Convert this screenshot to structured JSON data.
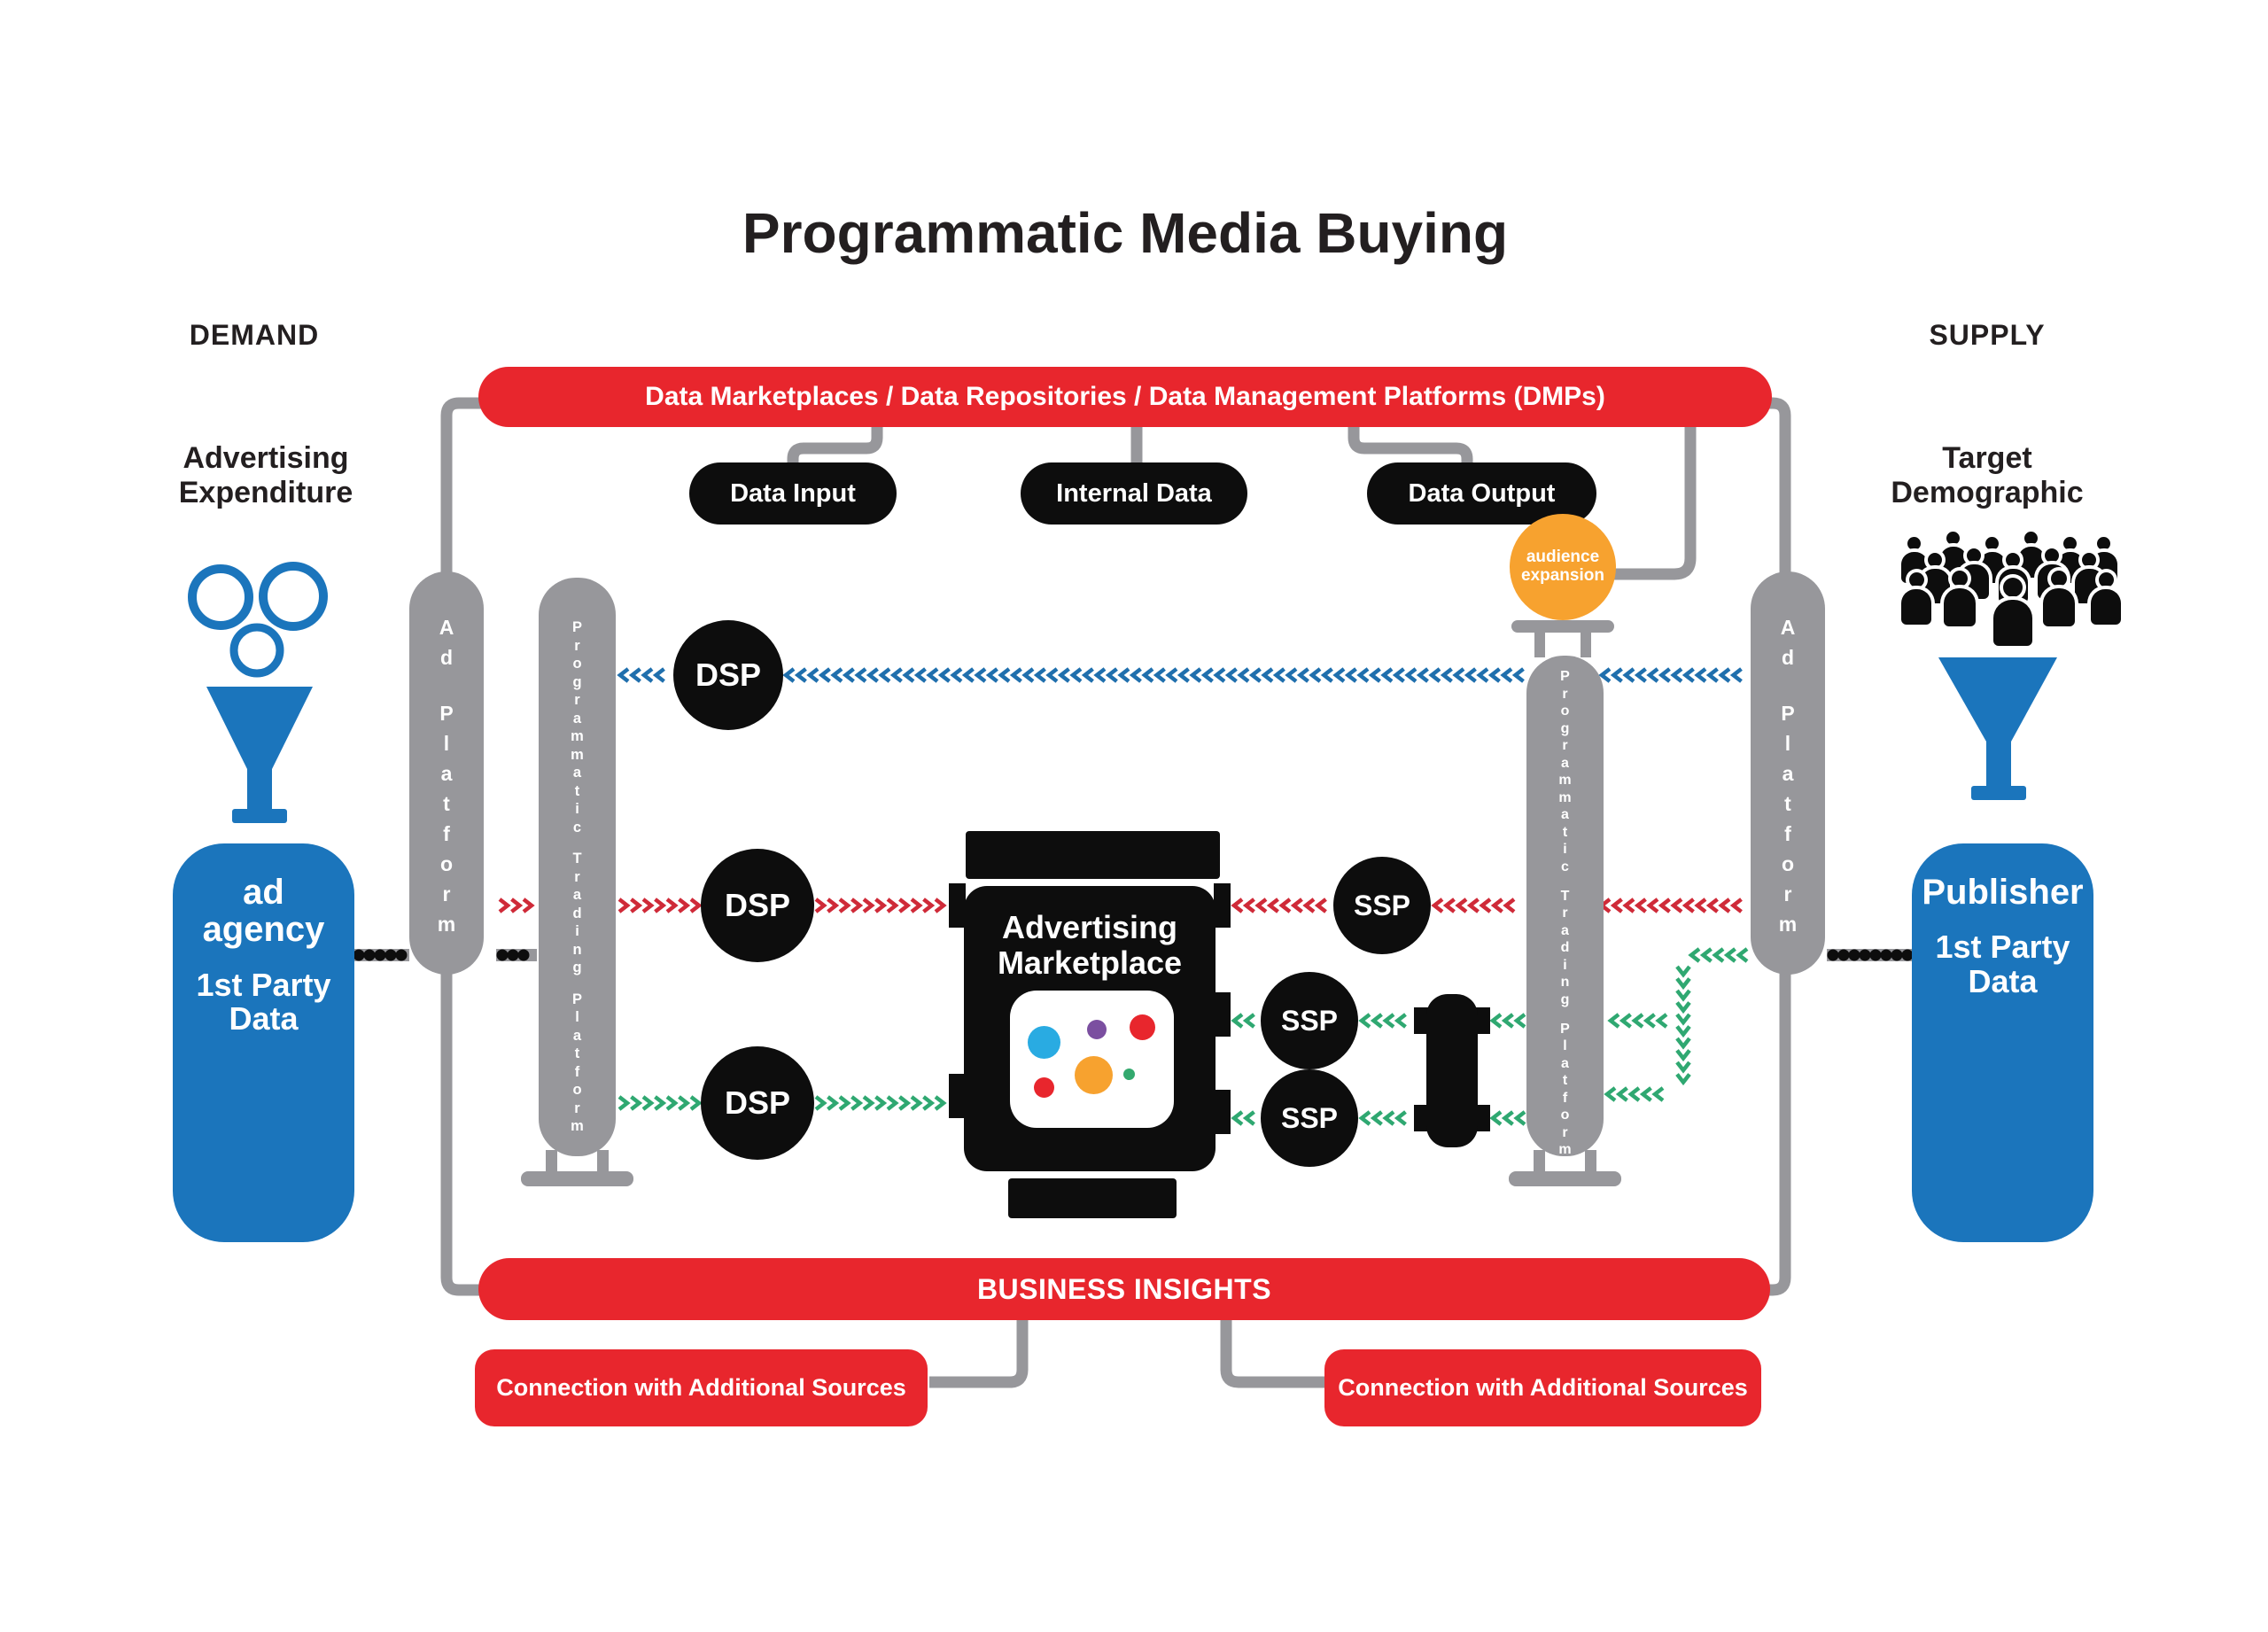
{
  "title": "Programmatic Media Buying",
  "sides": {
    "demand": "DEMAND",
    "supply": "SUPPLY"
  },
  "demand": {
    "heading": "Advertising Expenditure",
    "cylinder_title": "ad agency",
    "cylinder_subtitle": "1st Party Data",
    "ad_platform": "Ad Platform",
    "trading_platform": "Programmatic Trading Platform"
  },
  "supply": {
    "heading": "Target Demographic",
    "cylinder_title": "Publisher",
    "cylinder_subtitle": "1st Party Data",
    "ad_platform": "Ad Platform",
    "trading_platform": "Programmatic Trading Platform",
    "audience_expansion": "audience expansion"
  },
  "top_banner": "Data Marketplaces / Data Repositories / Data Management Platforms (DMPs)",
  "data_pills": [
    "Data Input",
    "Internal Data",
    "Data Output"
  ],
  "nodes": {
    "dsps": [
      "DSP",
      "DSP",
      "DSP"
    ],
    "ssps": [
      "SSP",
      "SSP",
      "SSP"
    ],
    "marketplace": "Advertising Marketplace"
  },
  "bottom_banner": "BUSINESS INSIGHTS",
  "connection_boxes": [
    "Connection with Additional Sources",
    "Connection with Additional Sources"
  ],
  "icons": {
    "left": "coins-funnel-icon",
    "right": "crowd-funnel-icon"
  },
  "colors": {
    "red": "#e8262d",
    "blue": "#1b75bc",
    "gray": "#97979b",
    "black": "#0d0d0d",
    "orange": "#f7a22f",
    "chevron_blue": "#1f6fad",
    "chevron_red": "#cf2a38",
    "chevron_green": "#2fa871",
    "dot_blue": "#29abe2",
    "dot_purple": "#7b4fa0",
    "dot_red": "#e8262d",
    "dot_orange": "#f7a22f",
    "dot_green": "#33a96e"
  }
}
